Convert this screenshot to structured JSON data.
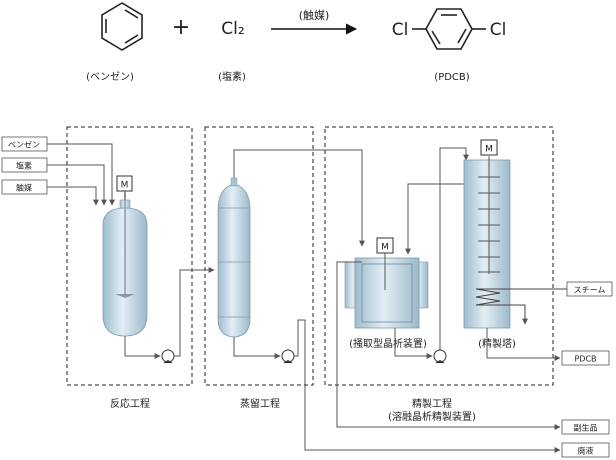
{
  "reaction": {
    "plus": "+",
    "reagent_cl2": "Cl₂",
    "catalyst_over_arrow": "(触媒)",
    "product_cl_left": "Cl",
    "product_cl_right": "Cl",
    "benzene_caption": "(ベンゼン)",
    "chlorine_caption": "(塩素)",
    "product_caption": "(PDCB)"
  },
  "inputs": {
    "benzene": "ベンゼン",
    "chlorine": "塩素",
    "catalyst": "触媒"
  },
  "motor_label": "M",
  "sections": {
    "reaction": "反応工程",
    "distillation": "蒸留工程",
    "refining_line1": "精製工程",
    "refining_line2": "(溶融晶析精製装置)"
  },
  "equipment": {
    "crystallizer": "(掻取型晶析装置)",
    "refining_tower": "(精製塔)"
  },
  "outputs": {
    "steam": "スチーム",
    "pdcb": "PDCB",
    "byproduct": "副生品",
    "waste": "廃液"
  },
  "colors": {
    "vessel_fill": "#c9dde8",
    "line": "#555555",
    "dashed_border": "#222222"
  }
}
